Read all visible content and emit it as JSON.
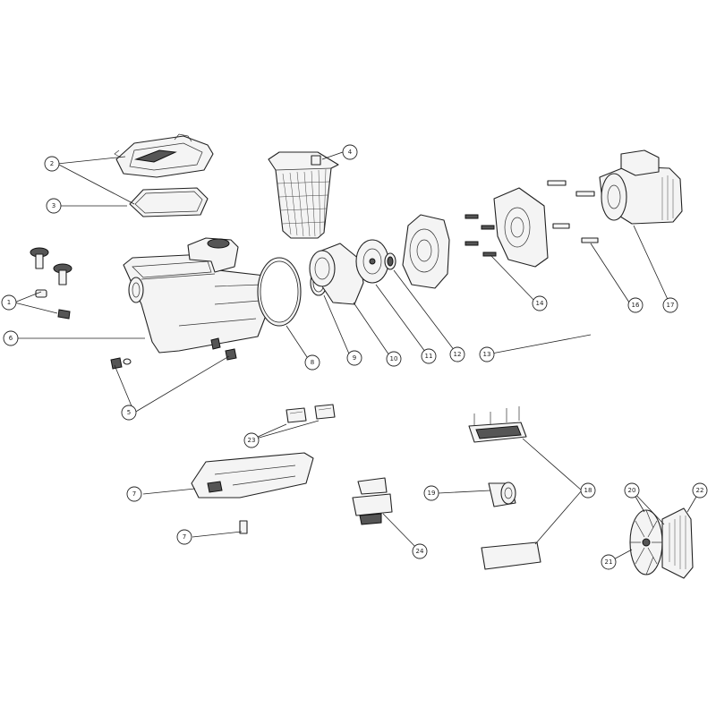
{
  "callouts": [
    {
      "label": "1"
    },
    {
      "label": "2"
    },
    {
      "label": "3"
    },
    {
      "label": "4"
    },
    {
      "label": "5"
    },
    {
      "label": "6"
    },
    {
      "label": "7"
    },
    {
      "label": "7"
    },
    {
      "label": "8"
    },
    {
      "label": "9"
    },
    {
      "label": "10"
    },
    {
      "label": "11"
    },
    {
      "label": "12"
    },
    {
      "label": "13"
    },
    {
      "label": "14"
    },
    {
      "label": "16"
    },
    {
      "label": "17"
    },
    {
      "label": "18"
    },
    {
      "label": "19"
    },
    {
      "label": "20"
    },
    {
      "label": "21"
    },
    {
      "label": "22"
    },
    {
      "label": "23"
    },
    {
      "label": "24"
    }
  ]
}
